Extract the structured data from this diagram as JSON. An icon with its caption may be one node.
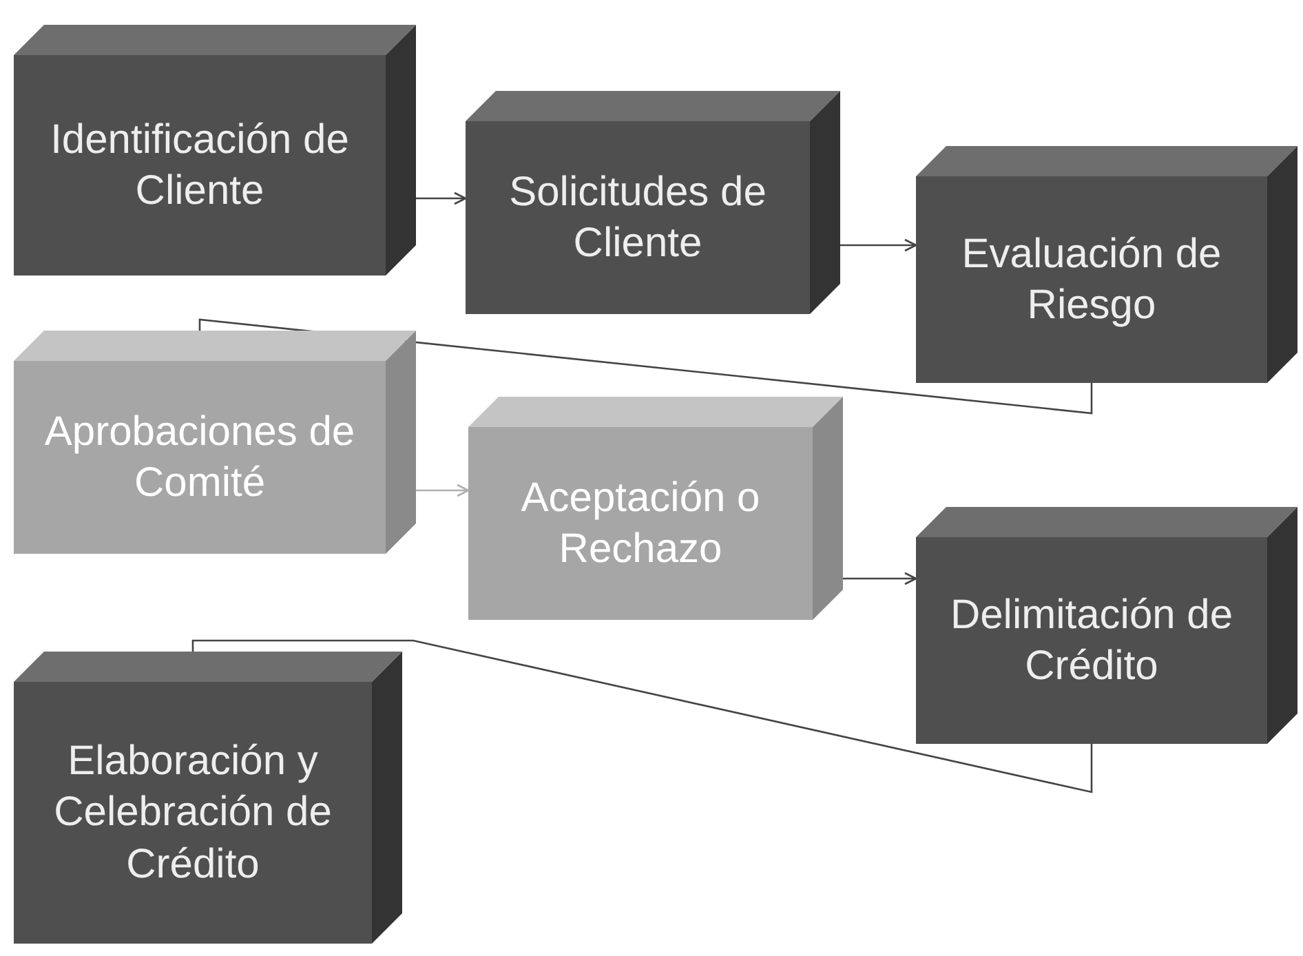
{
  "diagram": {
    "nodes": [
      {
        "text": [
          "Identificación de Cliente"
        ]
      },
      {
        "text": [
          "Solicitudes de Cliente"
        ]
      },
      {
        "text": [
          "Evaluación de Riesgo"
        ]
      },
      {
        "text": [
          "Aprobaciones de Comité"
        ]
      },
      {
        "text": [
          "Aceptación o Rechazo"
        ]
      },
      {
        "text": [
          "Delimitación de Crédito"
        ]
      },
      {
        "text": [
          "Elaboración y Celebración de Crédito"
        ]
      }
    ],
    "edges": [
      {
        "from": 0,
        "to": 1,
        "arrow": "to"
      },
      {
        "from": 1,
        "to": 2,
        "arrow": "to"
      },
      {
        "from": 2,
        "to": 3,
        "arrow": "none"
      },
      {
        "from": 3,
        "to": 4,
        "arrow": "to",
        "color": "#b0b0b0"
      },
      {
        "from": 4,
        "to": 5,
        "arrow": "to"
      },
      {
        "from": 5,
        "to": 6,
        "arrow": "none"
      }
    ]
  }
}
